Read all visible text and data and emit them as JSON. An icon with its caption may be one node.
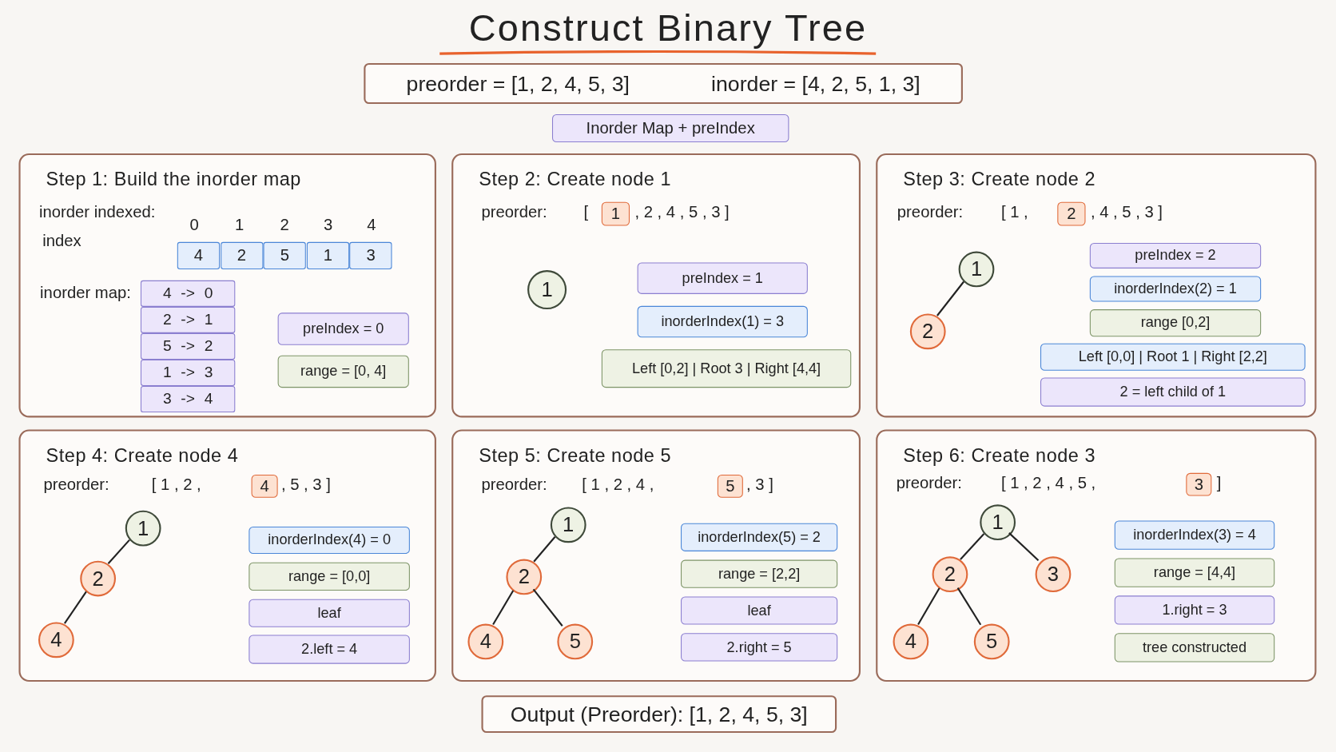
{
  "diagram": {
    "title": "Construct Binary Tree",
    "nodes": [
      {
        "text": [
          "preorder = [1, 2, 4, 5, 3]",
          "inorder = [4, 2, 5, 1, 3]"
        ]
      },
      {
        "text": [
          "Inorder Map + preIndex"
        ]
      },
      {
        "text": [
          "Step 1: Build the inorder map"
        ]
      },
      {
        "text": [
          "4"
        ],
        "in": 2
      },
      {
        "text": [
          "2"
        ],
        "in": 2
      },
      {
        "text": [
          "5"
        ],
        "in": 2
      },
      {
        "text": [
          "1"
        ],
        "in": 2
      },
      {
        "text": [
          "3"
        ],
        "in": 2
      },
      {
        "text": [
          "4 -> 0"
        ],
        "in": 2
      },
      {
        "text": [
          "2 -> 1"
        ],
        "in": 2
      },
      {
        "text": [
          "5 -> 2"
        ],
        "in": 2
      },
      {
        "text": [
          "1 -> 3"
        ],
        "in": 2
      },
      {
        "text": [
          "3 -> 4"
        ],
        "in": 2
      },
      {
        "text": [
          "preIndex = 0"
        ],
        "in": 2
      },
      {
        "text": [
          "range = [0, 4]"
        ],
        "in": 2
      },
      {
        "text": [
          "Step 2: Create node 1"
        ]
      },
      {
        "text": [
          "1"
        ],
        "in": 15
      },
      {
        "text": [
          "1"
        ],
        "in": 15
      },
      {
        "text": [
          "preIndex = 1"
        ],
        "in": 15
      },
      {
        "text": [
          "inorderIndex(1) = 3"
        ],
        "in": 15
      },
      {
        "text": [
          "Left [0,2] | Root 3 | Right [4,4]"
        ],
        "in": 15
      },
      {
        "text": [
          "Step 3: Create node 2"
        ]
      },
      {
        "text": [
          "2"
        ],
        "in": 21
      },
      {
        "text": [
          "1"
        ],
        "in": 21
      },
      {
        "text": [
          "2"
        ],
        "in": 21
      },
      {
        "text": [
          "preIndex = 2"
        ],
        "in": 21
      },
      {
        "text": [
          "inorderIndex(2) = 1"
        ],
        "in": 21
      },
      {
        "text": [
          "range [0,2]"
        ],
        "in": 21
      },
      {
        "text": [
          "Left [0,0] | Root 1 | Right [2,2]"
        ],
        "in": 21
      },
      {
        "text": [
          "2 = left child of 1"
        ],
        "in": 21
      },
      {
        "text": [
          "Step 4: Create node 4"
        ]
      },
      {
        "text": [
          "4"
        ],
        "in": 30
      },
      {
        "text": [
          "1"
        ],
        "in": 30
      },
      {
        "text": [
          "2"
        ],
        "in": 30
      },
      {
        "text": [
          "4"
        ],
        "in": 30
      },
      {
        "text": [
          "inorderIndex(4) = 0"
        ],
        "in": 30
      },
      {
        "text": [
          "range = [0,0]"
        ],
        "in": 30
      },
      {
        "text": [
          "leaf"
        ],
        "in": 30
      },
      {
        "text": [
          "2.left = 4"
        ],
        "in": 30
      },
      {
        "text": [
          "Step 5: Create node 5"
        ]
      },
      {
        "text": [
          "5"
        ],
        "in": 39
      },
      {
        "text": [
          "1"
        ],
        "in": 39
      },
      {
        "text": [
          "2"
        ],
        "in": 39
      },
      {
        "text": [
          "4"
        ],
        "in": 39
      },
      {
        "text": [
          "5"
        ],
        "in": 39
      },
      {
        "text": [
          "inorderIndex(5) = 2"
        ],
        "in": 39
      },
      {
        "text": [
          "range = [2,2]"
        ],
        "in": 39
      },
      {
        "text": [
          "leaf"
        ],
        "in": 39
      },
      {
        "text": [
          "2.right = 5"
        ],
        "in": 39
      },
      {
        "text": [
          "Step 6: Create node 3"
        ]
      },
      {
        "text": [
          "3"
        ],
        "in": 49
      },
      {
        "text": [
          "1"
        ],
        "in": 49
      },
      {
        "text": [
          "2"
        ],
        "in": 49
      },
      {
        "text": [
          "3"
        ],
        "in": 49
      },
      {
        "text": [
          "4"
        ],
        "in": 49
      },
      {
        "text": [
          "5"
        ],
        "in": 49
      },
      {
        "text": [
          "inorderIndex(3) = 4"
        ],
        "in": 49
      },
      {
        "text": [
          "range = [4,4]"
        ],
        "in": 49
      },
      {
        "text": [
          "1.right = 3"
        ],
        "in": 49
      },
      {
        "text": [
          "tree constructed"
        ],
        "in": 49
      },
      {
        "text": [
          "Output (Preorder): [1, 2, 4, 5, 3]"
        ]
      }
    ],
    "edges": [
      {
        "from": 23,
        "to": 24,
        "arrow": "none"
      },
      {
        "from": 32,
        "to": 33,
        "arrow": "none"
      },
      {
        "from": 33,
        "to": 34,
        "arrow": "none"
      },
      {
        "from": 41,
        "to": 42,
        "arrow": "none"
      },
      {
        "from": 42,
        "to": 43,
        "arrow": "none"
      },
      {
        "from": 42,
        "to": 44,
        "arrow": "none"
      },
      {
        "from": 51,
        "to": 52,
        "arrow": "none"
      },
      {
        "from": 51,
        "to": 53,
        "arrow": "none"
      },
      {
        "from": 52,
        "to": 54,
        "arrow": "none"
      },
      {
        "from": 52,
        "to": 55,
        "arrow": "none"
      }
    ],
    "labels": [
      "inorder indexed:",
      "index",
      "0",
      "1",
      "2",
      "3",
      "4",
      "inorder map:",
      "preorder:",
      "[",
      ", 2 , 4 , 5 , 3 ]",
      "preorder:",
      "[ 1 ,",
      ", 4 , 5 , 3 ]",
      "preorder:",
      "[ 1 , 2 ,",
      ", 5 , 3 ]",
      "preorder:",
      "[ 1 , 2 , 4 ,",
      ", 3 ]",
      "preorder:",
      "[ 1 , 2 , 4 , 5 ,",
      "]"
    ]
  }
}
